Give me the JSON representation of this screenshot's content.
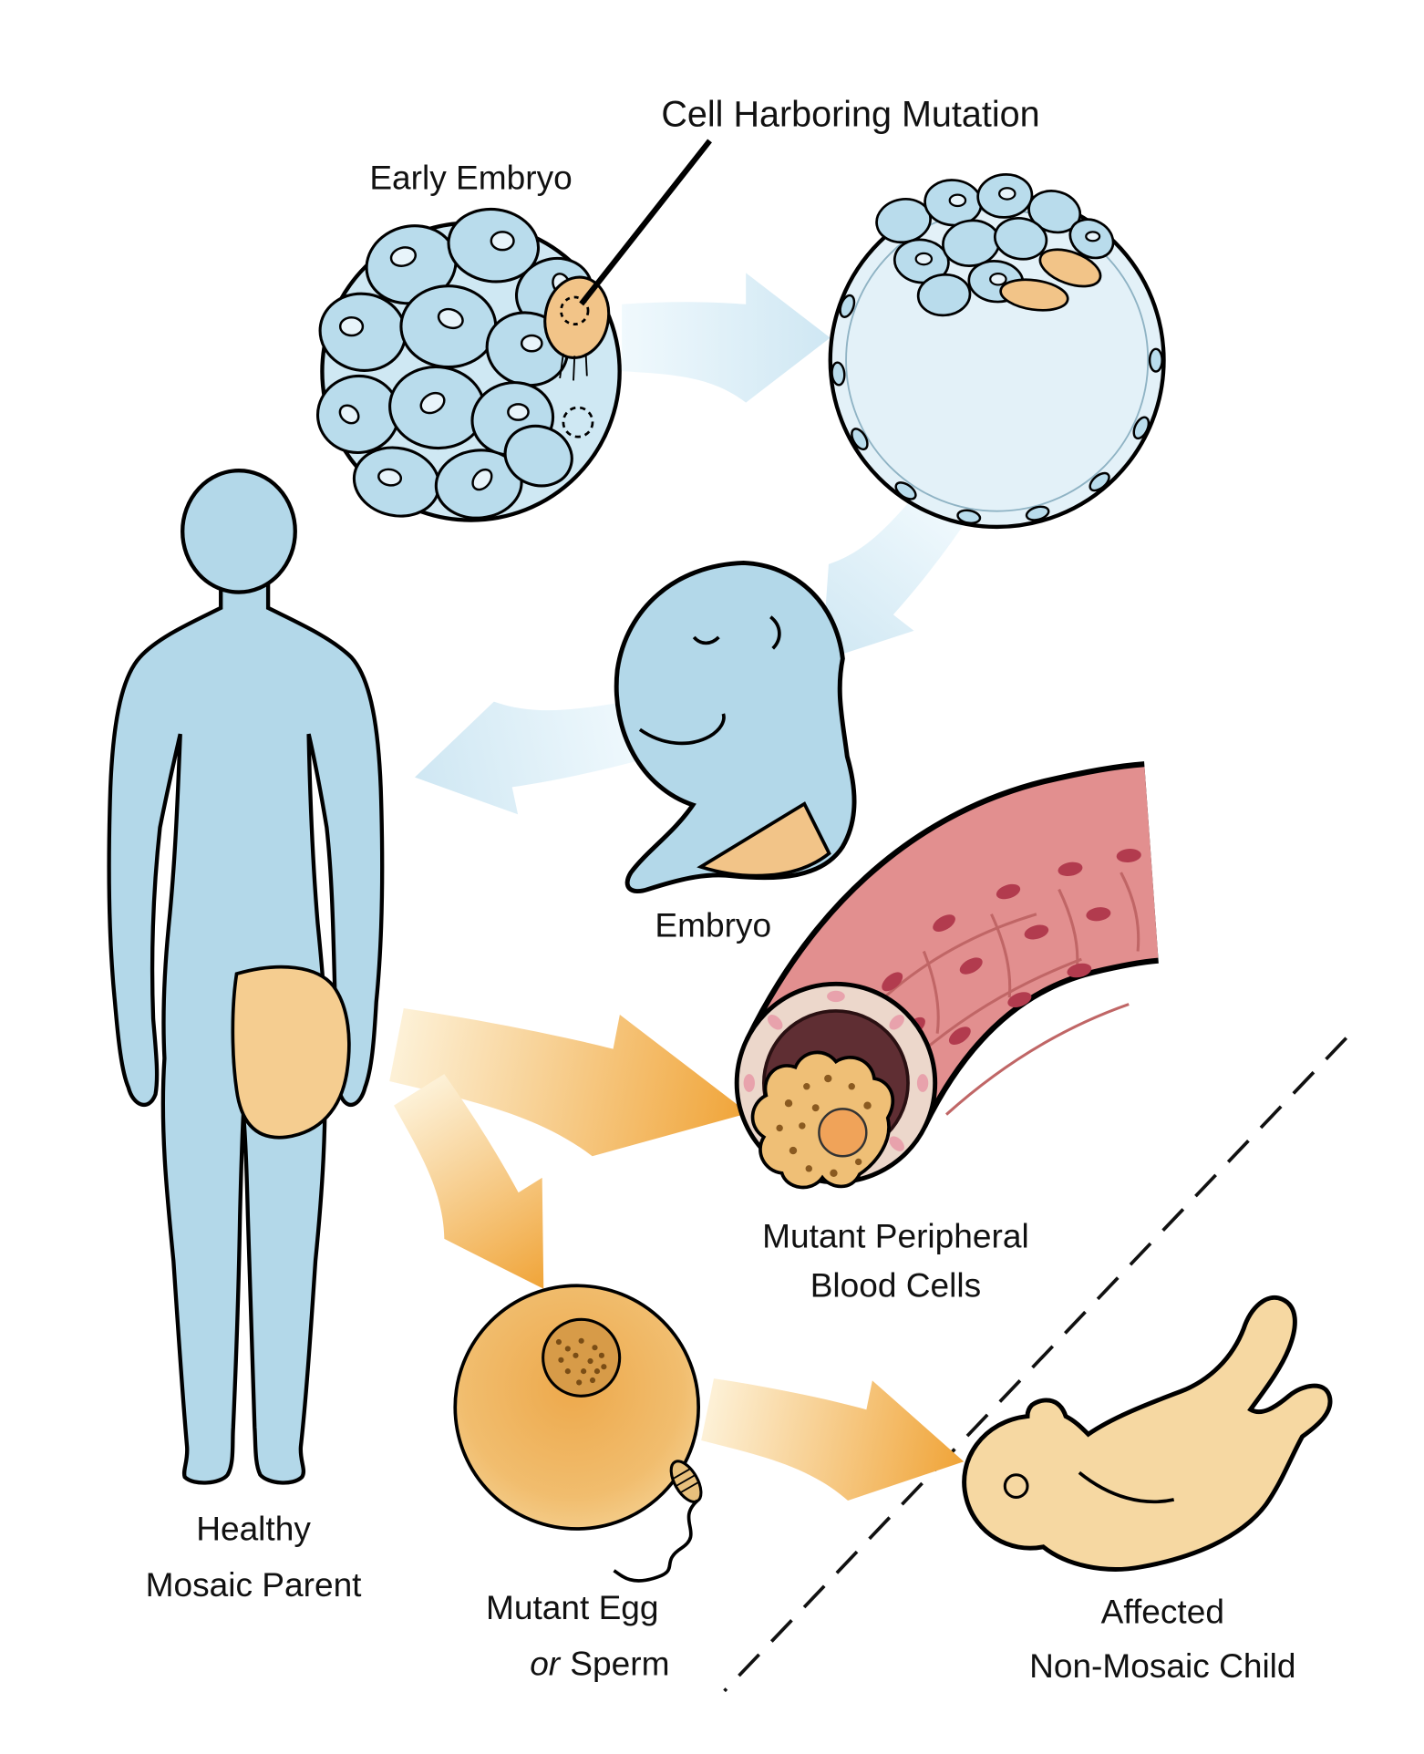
{
  "diagram": {
    "title": "Cell Harboring Mutation",
    "labels": {
      "early_embryo": "Early Embryo",
      "embryo": "Embryo",
      "parent_line1": "Healthy",
      "parent_line2": "Mosaic Parent",
      "blood_line1": "Mutant Peripheral",
      "blood_line2": "Blood Cells",
      "egg_line1": "Mutant Egg",
      "egg_or": "or",
      "egg_sperm": "Sperm",
      "child_line1": "Affected",
      "child_line2": "Non-Mosaic Child"
    },
    "colors": {
      "cell_blue": "#b9dcec",
      "blastocyst_fill": "#e3f1f8",
      "body_blue": "#b3d8e9",
      "mutant_orange": "#f2c488",
      "arrow_blue": "#d7ebf5",
      "arrow_orange": "#f0a438",
      "vessel_pink": "#e28f8f",
      "vessel_lumen": "#5f2e33",
      "egg_orange": "#eeb45e",
      "child_skin": "#f6d8a2",
      "outline": "#000000"
    }
  }
}
